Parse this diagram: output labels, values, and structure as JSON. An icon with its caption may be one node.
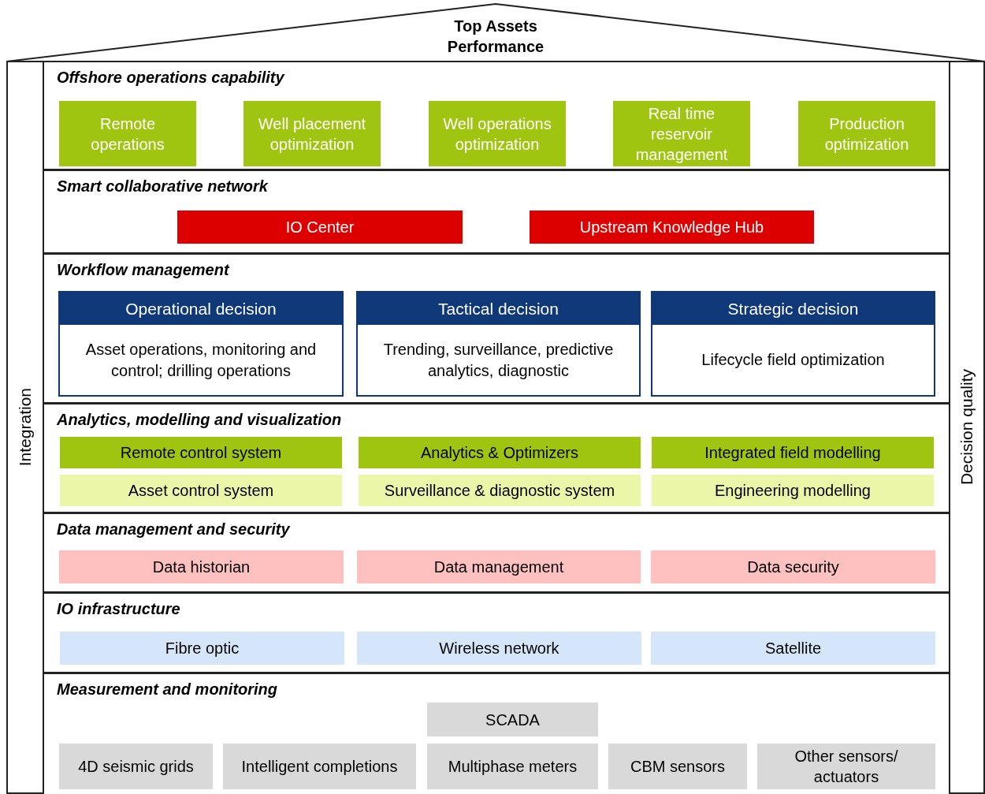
{
  "diagram": {
    "nodes": [
      {
        "text": [
          "Top Assets Performance"
        ]
      },
      {
        "text": [
          "Integration"
        ]
      },
      {
        "text": [
          "Decision quality"
        ]
      },
      {
        "text": [
          "Offshore operations capability"
        ]
      },
      {
        "text": [
          "Remote operations"
        ],
        "in": 3
      },
      {
        "text": [
          "Well placement optimization"
        ],
        "in": 3
      },
      {
        "text": [
          "Well operations optimization"
        ],
        "in": 3
      },
      {
        "text": [
          "Real time reservoir management"
        ],
        "in": 3
      },
      {
        "text": [
          "Production optimization"
        ],
        "in": 3
      },
      {
        "text": [
          "Smart collaborative network"
        ]
      },
      {
        "text": [
          "IO Center"
        ],
        "in": 9
      },
      {
        "text": [
          "Upstream Knowledge Hub"
        ],
        "in": 9
      },
      {
        "text": [
          "Workflow management"
        ]
      },
      {
        "text": [
          "Operational decision",
          "Asset operations, monitoring and control; drilling operations"
        ],
        "in": 12
      },
      {
        "text": [
          "Tactical decision",
          "Trending, surveillance, predictive analytics, diagnostic"
        ],
        "in": 12
      },
      {
        "text": [
          "Strategic decision",
          "Lifecycle field optimization"
        ],
        "in": 12
      },
      {
        "text": [
          "Analytics, modelling and visualization"
        ]
      },
      {
        "text": [
          "Remote control system"
        ],
        "in": 16
      },
      {
        "text": [
          "Analytics & Optimizers"
        ],
        "in": 16
      },
      {
        "text": [
          "Integrated field modelling"
        ],
        "in": 16
      },
      {
        "text": [
          "Asset control system"
        ],
        "in": 16
      },
      {
        "text": [
          "Surveillance & diagnostic system"
        ],
        "in": 16
      },
      {
        "text": [
          "Engineering modelling"
        ],
        "in": 16
      },
      {
        "text": [
          "Data management and security"
        ]
      },
      {
        "text": [
          "Data historian"
        ],
        "in": 23
      },
      {
        "text": [
          "Data management"
        ],
        "in": 23
      },
      {
        "text": [
          "Data security"
        ],
        "in": 23
      },
      {
        "text": [
          "IO infrastructure"
        ]
      },
      {
        "text": [
          "Fibre optic"
        ],
        "in": 27
      },
      {
        "text": [
          "Wireless network"
        ],
        "in": 27
      },
      {
        "text": [
          "Satellite"
        ],
        "in": 27
      },
      {
        "text": [
          "Measurement and monitoring"
        ]
      },
      {
        "text": [
          "SCADA"
        ],
        "in": 31
      },
      {
        "text": [
          "4D seismic grids"
        ],
        "in": 31
      },
      {
        "text": [
          "Intelligent completions"
        ],
        "in": 31
      },
      {
        "text": [
          "Multiphase meters"
        ],
        "in": 31
      },
      {
        "text": [
          "CBM sensors"
        ],
        "in": 31
      },
      {
        "text": [
          "Other sensors/ actuators"
        ],
        "in": 31
      }
    ]
  }
}
